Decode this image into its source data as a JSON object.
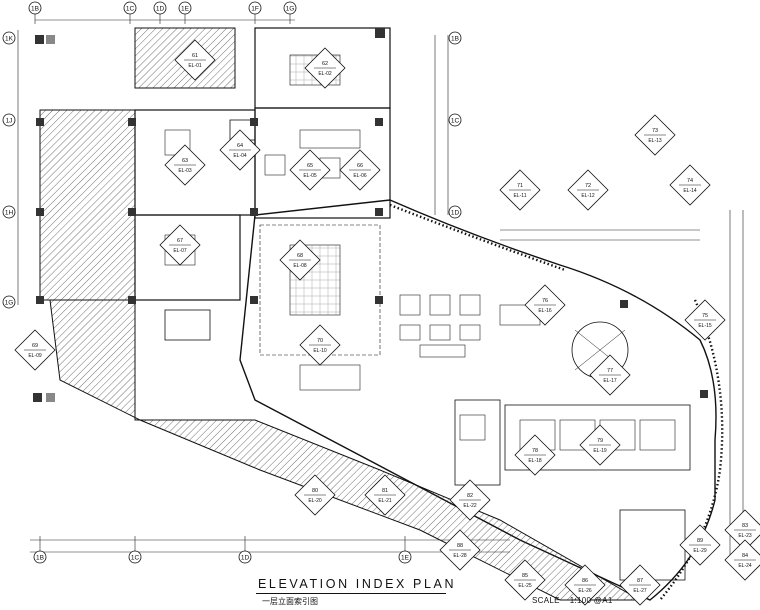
{
  "drawing": {
    "title": "ELEVATION INDEX PLAN",
    "subtitle": "一层立面索引图",
    "scale_label": "SCALE",
    "scale_value": "1:100 @A1"
  },
  "grid_top": [
    "1B",
    "1C",
    "1D",
    "1E",
    "1F",
    "1G"
  ],
  "grid_left": [
    "1K",
    "1J",
    "1H",
    "1G"
  ],
  "grid_mid": [
    "1B",
    "1C",
    "1D",
    "1E"
  ],
  "index_tags": [
    [
      "61",
      "EL-01"
    ],
    [
      "62",
      "EL-02"
    ],
    [
      "63",
      "EL-03"
    ],
    [
      "64",
      "EL-04"
    ],
    [
      "65",
      "EL-05"
    ],
    [
      "66",
      "EL-06"
    ],
    [
      "67",
      "EL-07"
    ],
    [
      "68",
      "EL-08"
    ],
    [
      "69",
      "EL-09"
    ],
    [
      "70",
      "EL-10"
    ],
    [
      "71",
      "EL-11"
    ],
    [
      "72",
      "EL-12"
    ],
    [
      "73",
      "EL-13"
    ],
    [
      "74",
      "EL-14"
    ],
    [
      "75",
      "EL-15"
    ],
    [
      "76",
      "EL-16"
    ],
    [
      "77",
      "EL-17"
    ],
    [
      "78",
      "EL-18"
    ],
    [
      "79",
      "EL-19"
    ],
    [
      "80",
      "EL-20"
    ],
    [
      "81",
      "EL-21"
    ],
    [
      "82",
      "EL-22"
    ],
    [
      "83",
      "EL-23"
    ],
    [
      "84",
      "EL-24"
    ],
    [
      "85",
      "EL-25"
    ],
    [
      "86",
      "EL-26"
    ],
    [
      "87",
      "EL-27"
    ],
    [
      "88",
      "EL-28"
    ],
    [
      "89",
      "EL-29"
    ]
  ]
}
